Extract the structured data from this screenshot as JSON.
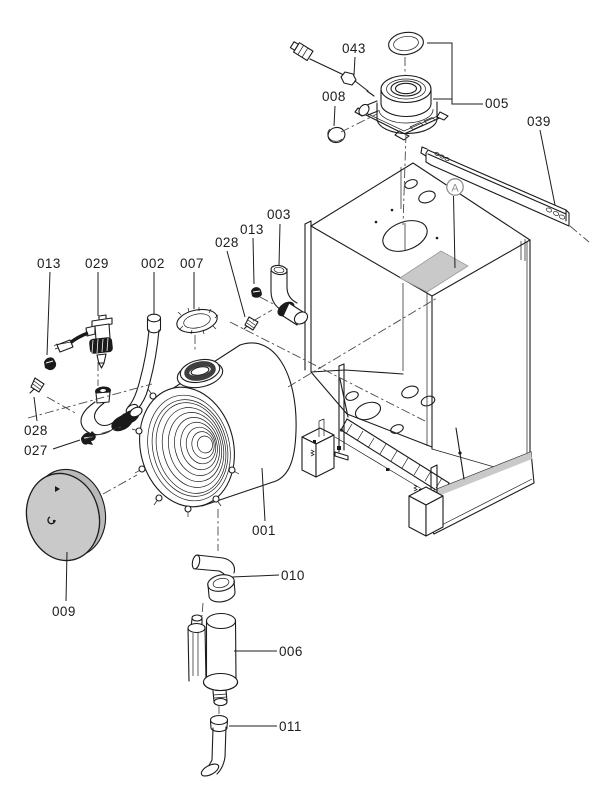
{
  "figure": {
    "type": "exploded-parts-diagram",
    "marker_label": "A",
    "callouts": [
      {
        "label": "043"
      },
      {
        "label": "005"
      },
      {
        "label": "008"
      },
      {
        "label": "039"
      },
      {
        "label": "003"
      },
      {
        "label": "013"
      },
      {
        "label": "028"
      },
      {
        "label": "013"
      },
      {
        "label": "029"
      },
      {
        "label": "002"
      },
      {
        "label": "007"
      },
      {
        "label": "028"
      },
      {
        "label": "027"
      },
      {
        "label": "001"
      },
      {
        "label": "009"
      },
      {
        "label": "010"
      },
      {
        "label": "006"
      },
      {
        "label": "011"
      }
    ],
    "colors": {
      "line": "#1c1c1c",
      "label_plate": "#c9c9c9",
      "front_disc": "#c9c9c9",
      "marker": "#8f8f8f"
    }
  }
}
